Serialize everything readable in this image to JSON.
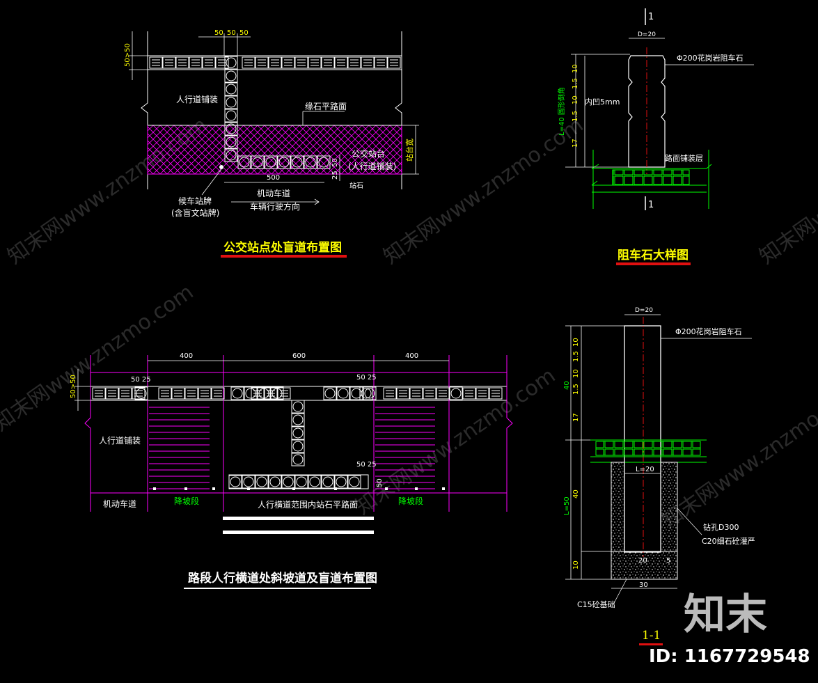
{
  "colors": {
    "background": "#000000",
    "white": "#ffffff",
    "yellow": "#ffff00",
    "green": "#00ff00",
    "magenta": "#ff00ff",
    "cyan": "#00ffff",
    "red": "#ff0000",
    "underline": "#e01010",
    "watermark": "#2a2a2a"
  },
  "bus_stop_plan": {
    "title": "公交站点处盲道布置图",
    "dim_top": [
      "50",
      "50",
      "50"
    ],
    "dim_left": "50>50",
    "dim_bottom": "500",
    "dim_right_small_1": "50",
    "dim_right_small_2": "25",
    "dim_right": "站台宽",
    "label_sidewalk": "人行道铺装",
    "label_curb": "缘石平路面",
    "label_platform_1": "公交站台",
    "label_platform_2": "(人行道铺装)",
    "label_curbstone": "站石",
    "label_lane": "机动车道",
    "label_direction": "车辆行驶方向",
    "label_sign_1": "候车站牌",
    "label_sign_2": "(含盲文站牌)"
  },
  "bollard_detail": {
    "title": "阻车石大样图",
    "section_mark": "1",
    "dim_diameter": "D=20",
    "dim_total": "L=40 圆形倒角",
    "dims_side": [
      "10",
      "1.5",
      "10",
      "1.5",
      "17"
    ],
    "label_stone": "Φ200花岗岩阻车石",
    "label_recess": "内凹5mm",
    "label_paving": "路面铺装层"
  },
  "crossing_plan": {
    "title": "路段人行横道处斜坡道及盲道布置图",
    "dim_top": [
      "400",
      "600",
      "400"
    ],
    "dim_left": "50>50",
    "dim_small": "50 25",
    "dim_small_right": "50",
    "label_sidewalk": "人行道铺装",
    "label_lane": "机动车道",
    "label_ramp_left": "降坡段",
    "label_ramp_right": "降坡段",
    "label_crossing": "人行横道范围内站石平路面"
  },
  "section_1_1": {
    "title": "1-1",
    "dim_diameter": "D=20",
    "dim_upper": "40",
    "dims_upper": [
      "10",
      "1.5",
      "10",
      "1.5",
      "17"
    ],
    "dim_lower": "L=50",
    "dims_lower": [
      "40",
      "10"
    ],
    "dim_inner": "L=20",
    "dim_bottom_inner_1": "20",
    "dim_bottom_inner_2": "5",
    "dim_bottom": "30",
    "label_stone": "Φ200花岗岩阻车石",
    "label_drill_1": "钻孔D300",
    "label_drill_2": "C20细石砼灌严",
    "label_base": "C15砼基础"
  },
  "branding": {
    "logo": "知末",
    "id_text": "ID: 1167729548",
    "watermark": "知末网www.znzmo.com"
  }
}
